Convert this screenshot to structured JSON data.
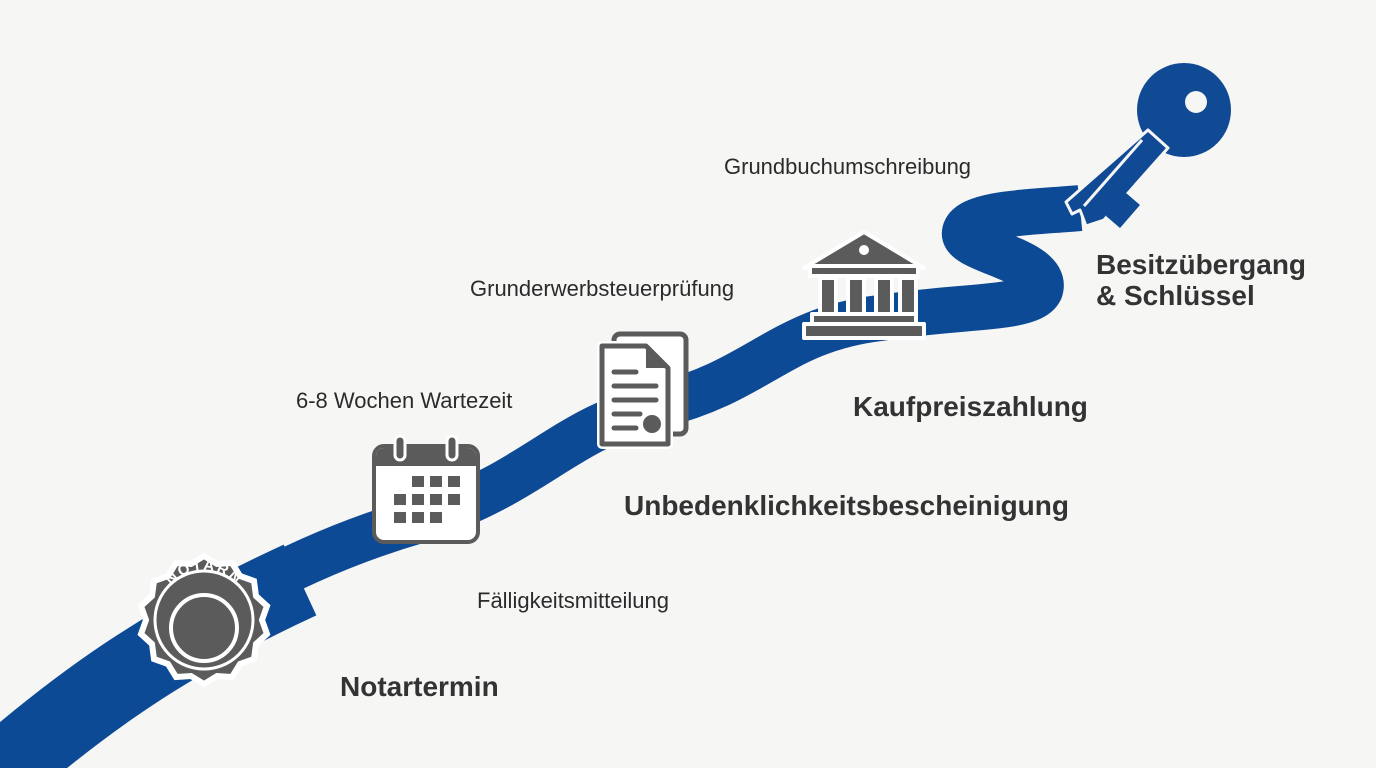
{
  "colors": {
    "road": "#0d4a96",
    "icon_dark": "#5b5b5b",
    "icon_white": "#ffffff",
    "background": "#f6f6f5",
    "key": "#104a95"
  },
  "steps": {
    "notartermin": "Notartermin",
    "faelligkeit": "Fälligkeitsmitteilung",
    "wartezeit": "6-8 Wochen Wartezeit",
    "grunderwerb": "Grunderwerbsteuerprüfung",
    "unbedenklich": "Unbedenklichkeitsbescheinigung",
    "grundbuch": "Grundbuchumschreibung",
    "kaufpreis": "Kaufpreiszahlung",
    "besitz_line1": "Besitzübergang",
    "besitz_line2": "& Schlüssel"
  },
  "seal": {
    "text": "NOTARN"
  },
  "icons": {
    "seal": "notary-seal-icon",
    "calendar": "calendar-icon",
    "document": "document-icon",
    "bank": "bank-building-icon",
    "key": "key-icon"
  }
}
